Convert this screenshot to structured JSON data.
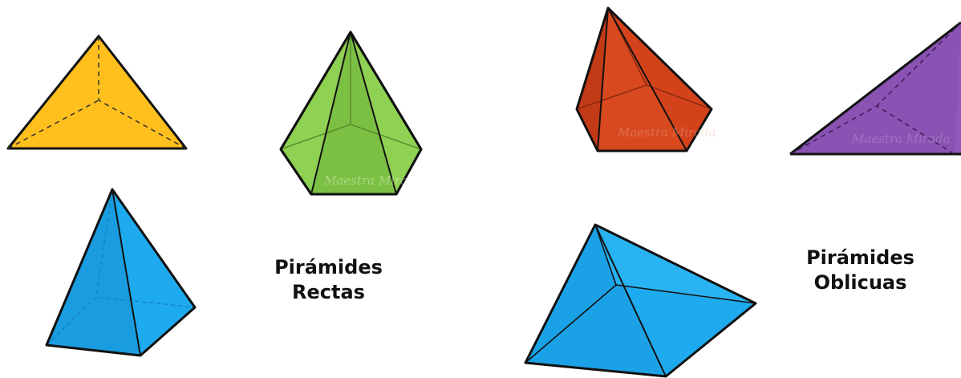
{
  "captions": {
    "right_pyramids": {
      "line1": "Pirámides",
      "line2": "Rectas"
    },
    "oblique_pyramids": {
      "line1": "Pirámides",
      "line2": "Oblicuas"
    }
  },
  "watermark": "Maestra Mirada",
  "colors": {
    "yellow": "#ffbf1c",
    "green": "#8fd152",
    "orange": "#d4421c",
    "purple": "#9058b8",
    "blue": "#1eaaee",
    "outline": "#111111"
  }
}
